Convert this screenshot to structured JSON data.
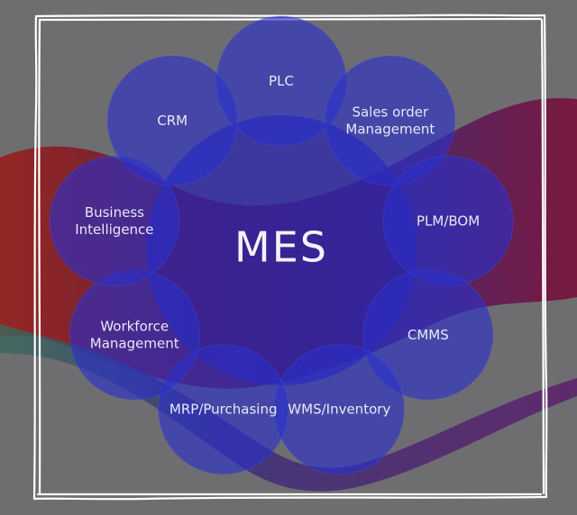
{
  "diagram": {
    "center": "MES",
    "nodes": [
      {
        "id": "plc",
        "lines": [
          "PLC"
        ]
      },
      {
        "id": "sales",
        "lines": [
          "Sales order",
          "Management"
        ]
      },
      {
        "id": "plm",
        "lines": [
          "PLM/BOM"
        ]
      },
      {
        "id": "cmms",
        "lines": [
          "CMMS"
        ]
      },
      {
        "id": "wms",
        "lines": [
          "WMS/Inventory"
        ]
      },
      {
        "id": "mrp",
        "lines": [
          "MRP/Purchasing"
        ]
      },
      {
        "id": "workforce",
        "lines": [
          "Workforce",
          "Management"
        ]
      },
      {
        "id": "bi",
        "lines": [
          "Business",
          "Intelligence"
        ]
      },
      {
        "id": "crm",
        "lines": [
          "CRM"
        ]
      }
    ]
  },
  "colors": {
    "background": "#6e6e70",
    "circle_fill": "#2a2fc9",
    "center_fill": "#2a24b0",
    "frame": "#ffffff",
    "wave_red": "#8a1020",
    "wave_purple": "#3b1a6e"
  }
}
